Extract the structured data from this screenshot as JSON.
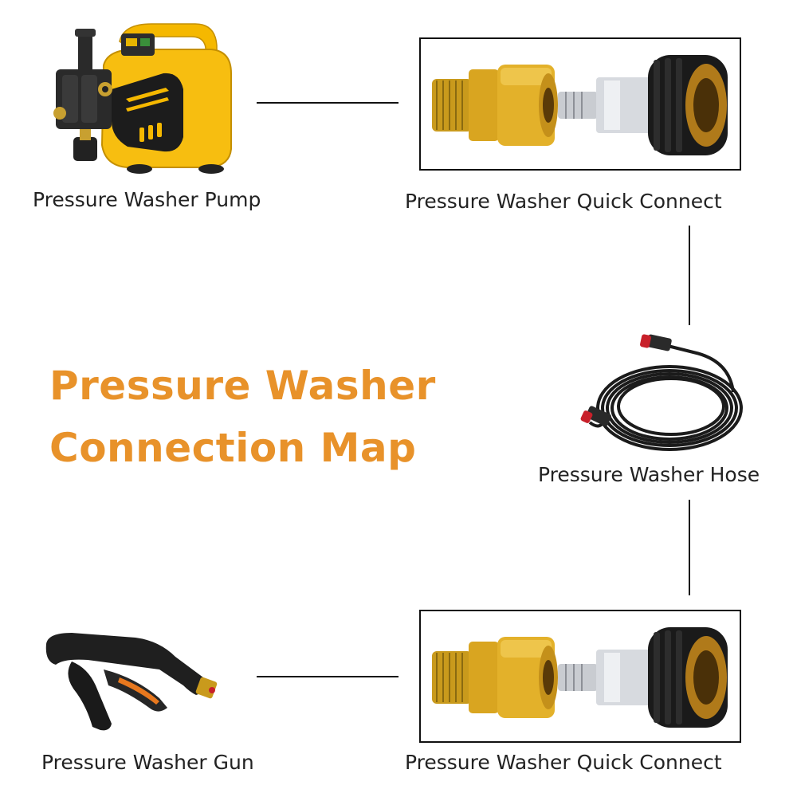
{
  "title": {
    "line1": "Pressure Washer",
    "line2": "Connection Map"
  },
  "nodes": {
    "pump": "Pressure Washer Pump",
    "quick_connect_top": "Pressure Washer Quick Connect",
    "hose": "Pressure Washer Hose",
    "quick_connect_bottom": "Pressure Washer Quick Connect",
    "gun": "Pressure Washer Gun"
  },
  "colors": {
    "title": "#e8922a",
    "pump_body": "#f5b800",
    "brass": "#d9a520",
    "steel": "#c9ccd1",
    "black": "#1a1a1a"
  }
}
